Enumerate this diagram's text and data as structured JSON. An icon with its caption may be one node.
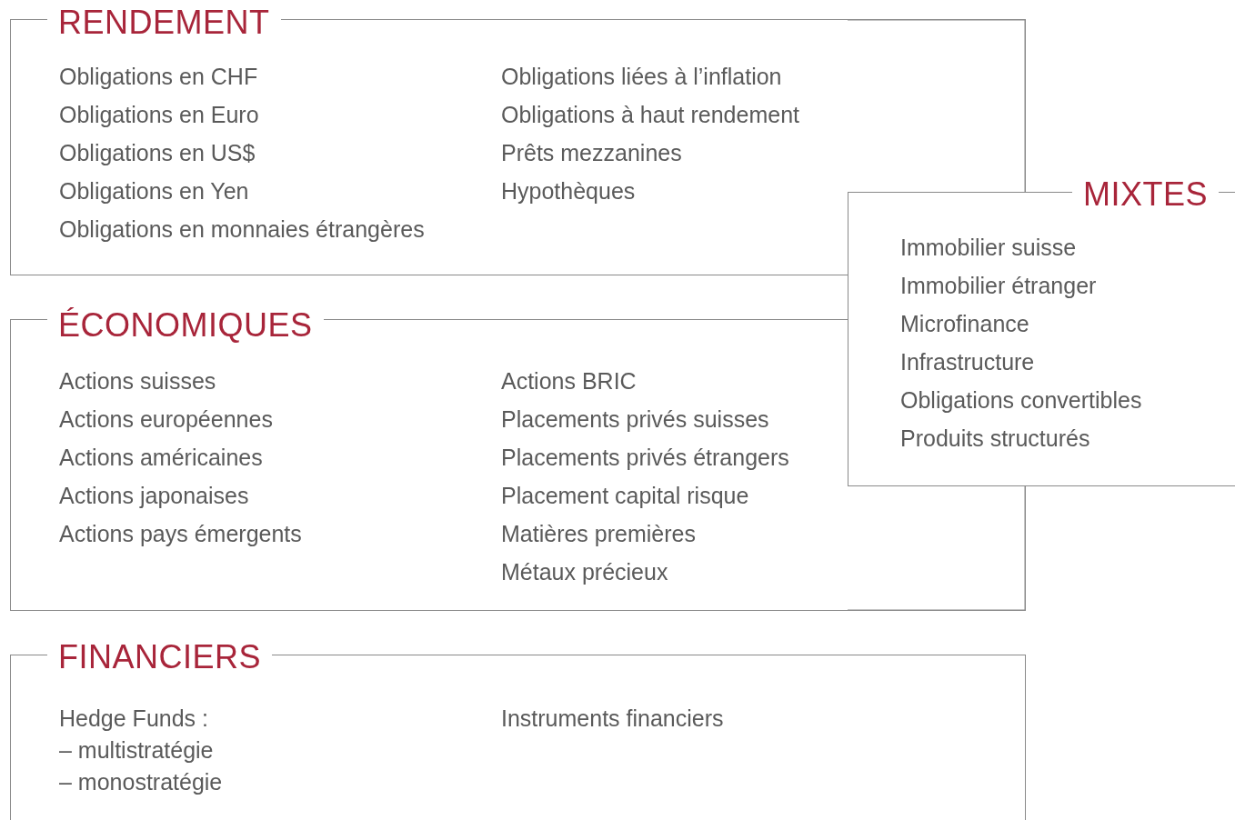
{
  "diagram": {
    "nodes": [
      {
        "text": [
          "RENDEMENT",
          "Obligations en CHF",
          "Obligations en Euro",
          "Obligations en US$",
          "Obligations en Yen",
          "Obligations en monnaies étrangères",
          "Obligations liées à l’inflation",
          "Obligations à haut rendement",
          "Prêts mezzanines",
          "Hypothèques"
        ]
      },
      {
        "text": [
          "ÉCONOMIQUES",
          "Actions suisses",
          "Actions européennes",
          "Actions américaines",
          "Actions japonaises",
          "Actions pays émergents",
          "Actions BRIC",
          "Placements privés suisses",
          "Placements privés étrangers",
          "Placement capital risque",
          "Matières premières",
          "Métaux précieux"
        ]
      },
      {
        "text": [
          "FINANCIERS",
          "Hedge Funds :",
          "– multistratégie",
          "– monostratégie",
          "Instruments financiers"
        ]
      },
      {
        "text": [
          "MIXTES",
          "Immobilier suisse",
          "Immobilier étranger",
          "Microfinance",
          "Infrastructure",
          "Obligations convertibles",
          "Produits structurés"
        ]
      }
    ]
  }
}
